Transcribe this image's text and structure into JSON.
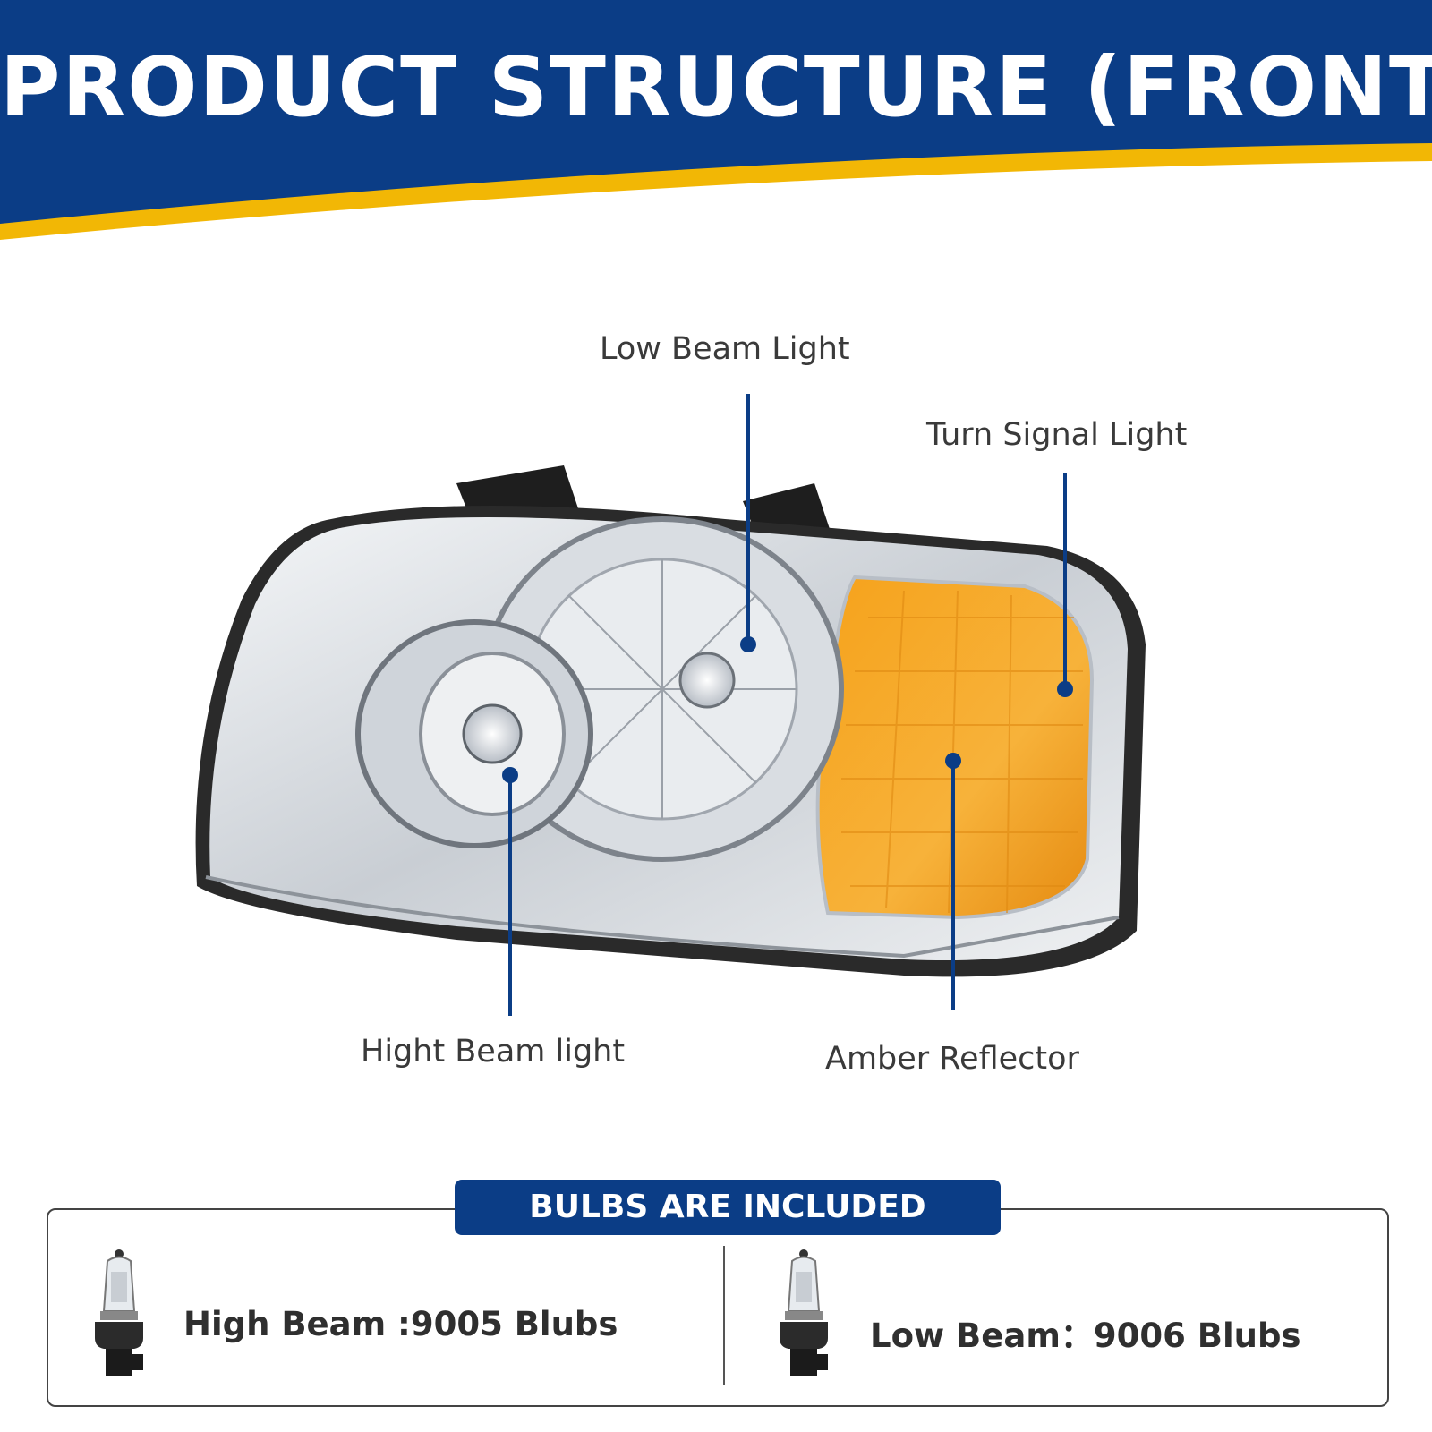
{
  "header": {
    "title": "PRODUCT STRUCTURE (FRONT)"
  },
  "colors": {
    "navy": "#0b3d86",
    "gold": "#f2b705",
    "amber": "#f6a21b",
    "label": "#3a3a3a"
  },
  "callouts": {
    "low_beam": "Low Beam Light",
    "turn_signal": "Turn Signal Light",
    "high_beam": "Hight Beam light",
    "amber_reflector": "Amber Reflector"
  },
  "bulbs": {
    "title": "BULBS ARE INCLUDED",
    "high": "High Beam :9005 Blubs",
    "low": "Low Beam：9006 Blubs"
  }
}
